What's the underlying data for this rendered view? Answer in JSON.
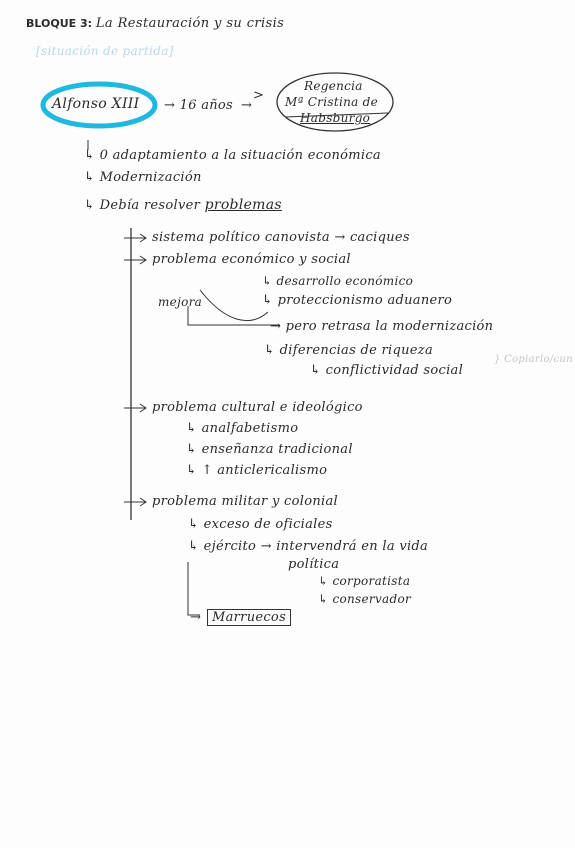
{
  "header": {
    "bloque": "BLOQUE 3:",
    "title_rest": "La Restauración y su crisis",
    "situacion": "[situación de partida]"
  },
  "chain": {
    "alfonso": "Alfonso XIII",
    "arrow_age": "→ 16 años",
    "gt": ">",
    "regencia_1": "Regencia",
    "regencia_2": "Mª Cristina de",
    "regencia_3": "Habsburgo"
  },
  "items": {
    "adaptamiento": "↳ 0 adaptamiento a la situación económica",
    "modernizacion": "↳ Modernización",
    "debia": "↳ Debía resolver",
    "problemas": "problemas"
  },
  "problems": {
    "sistema": "sistema político canovista → caciques",
    "economico": "problema económico y social",
    "desarrollo": "↳ desarrollo económico",
    "proteccionismo": "↳ proteccionismo aduanero",
    "mejora": "mejora",
    "retrasa": "→ pero retrasa la modernización",
    "diferencias": "↳ diferencias de riqueza",
    "conflictividad": "↳ conflictividad social",
    "conflictividad_note": "} Copiarlo/cun",
    "cultural": "problema cultural e ideológico",
    "analfabetismo": "↳ analfabetismo",
    "ensenanza": "↳ enseñanza tradicional",
    "anticlericalismo": "↳ ↑ anticlericalismo",
    "militar": "problema militar y colonial",
    "exceso": "↳ exceso de oficiales",
    "ejercito": "↳ ejército → intervendrá en la vida",
    "politica": "política",
    "corporatista": "↳ corporatista",
    "conservador": "↳ conservador",
    "marruecos": "Marruecos"
  },
  "colors": {
    "ink": "#2a2a2a",
    "highlight": "#21b8e0",
    "ghost": "#b9d9ea"
  }
}
